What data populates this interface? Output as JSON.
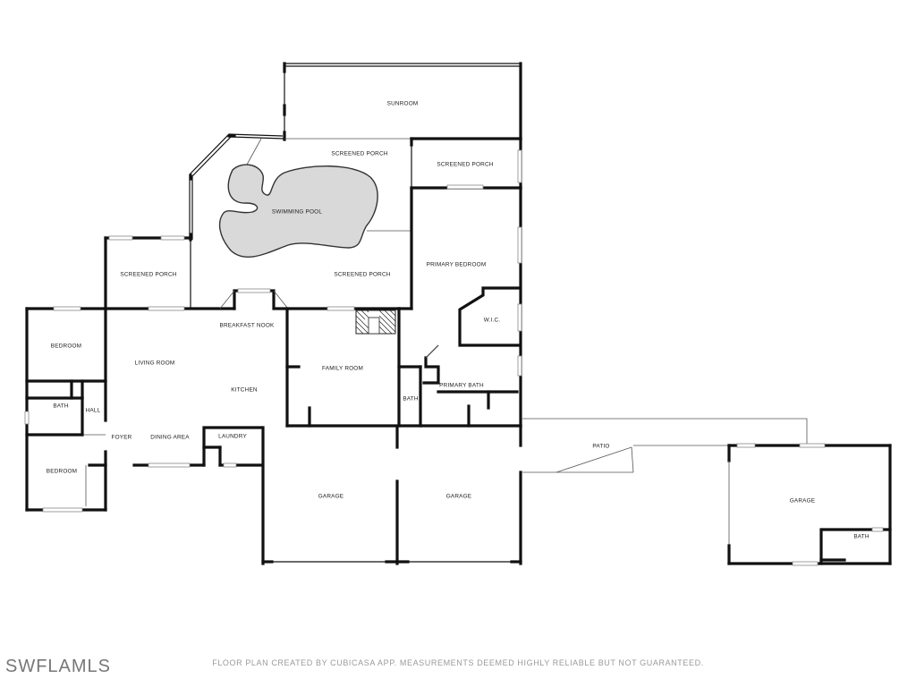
{
  "floorplan": {
    "rooms": {
      "sunroom": "SUNROOM",
      "screened_porch_top": "SCREENED PORCH",
      "screened_porch_right": "SCREENED PORCH",
      "swimming_pool": "SWIMMING POOL",
      "screened_porch_left": "SCREENED PORCH",
      "screened_porch_mid": "SCREENED PORCH",
      "primary_bedroom": "PRIMARY BEDROOM",
      "wic": "W.I.C.",
      "breakfast_nook": "BREAKFAST NOOK",
      "bedroom_top": "BEDROOM",
      "living_room": "LIVING ROOM",
      "family_room": "FAMILY ROOM",
      "kitchen": "KITCHEN",
      "primary_bath": "PRIMARY BATH",
      "bath_left": "BATH",
      "hall": "HALL",
      "bath_mid": "BATH",
      "foyer": "FOYER",
      "dining_area": "DINING AREA",
      "laundry": "LAUNDRY",
      "patio": "PATIO",
      "bedroom_bottom": "BEDROOM",
      "garage_left": "GARAGE",
      "garage_mid": "GARAGE",
      "garage_right": "GARAGE",
      "bath_garage": "BATH"
    }
  },
  "footer": {
    "watermark": "SWFLAMLS",
    "disclaimer": "FLOOR PLAN CREATED BY CUBICASA APP. MEASUREMENTS DEEMED HIGHLY RELIABLE BUT NOT GUARANTEED."
  }
}
